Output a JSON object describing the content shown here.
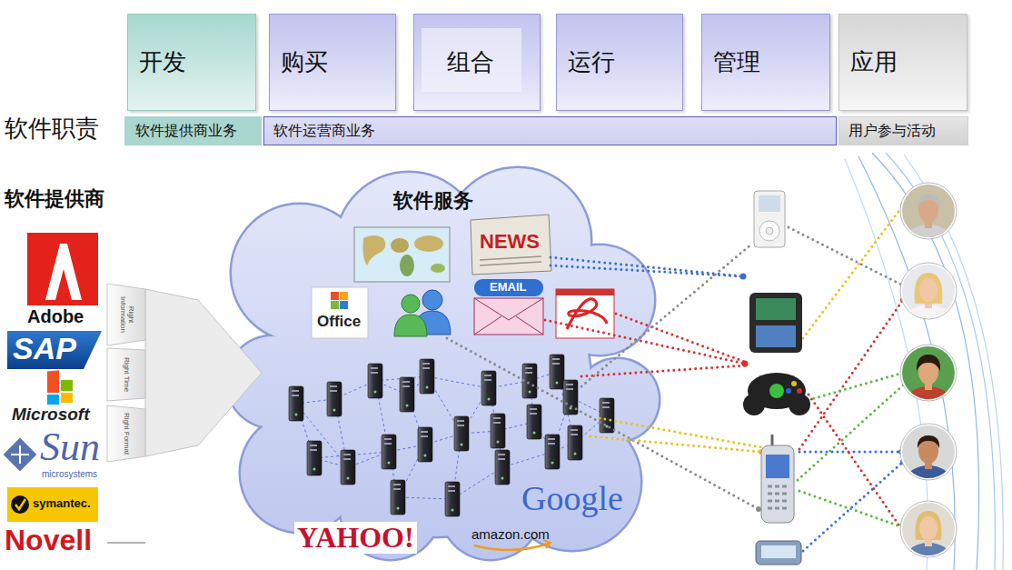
{
  "diagram": {
    "nodes": [
      {
        "text": [
          "开发"
        ]
      },
      {
        "text": [
          "购买"
        ]
      },
      {
        "text": [
          "组合"
        ]
      },
      {
        "text": [
          "运行"
        ]
      },
      {
        "text": [
          "管理"
        ]
      },
      {
        "text": [
          "应用"
        ]
      },
      {
        "text": [
          "软件提供商业务"
        ]
      },
      {
        "text": [
          "软件运营商业务"
        ]
      },
      {
        "text": [
          "用户参与活动"
        ]
      },
      {
        "text": [
          "软件服务"
        ]
      }
    ],
    "labels": [
      "软件职责",
      "软件提供商",
      "Adobe",
      "SAP",
      "Microsoft",
      "Sun",
      "microsystems",
      "symantec.",
      "Novell",
      "Right Information",
      "Right Time",
      "Right Format",
      "NEWS",
      "Office",
      "EMAIL",
      "Google",
      "YAHOO!",
      "amazon.com"
    ]
  }
}
